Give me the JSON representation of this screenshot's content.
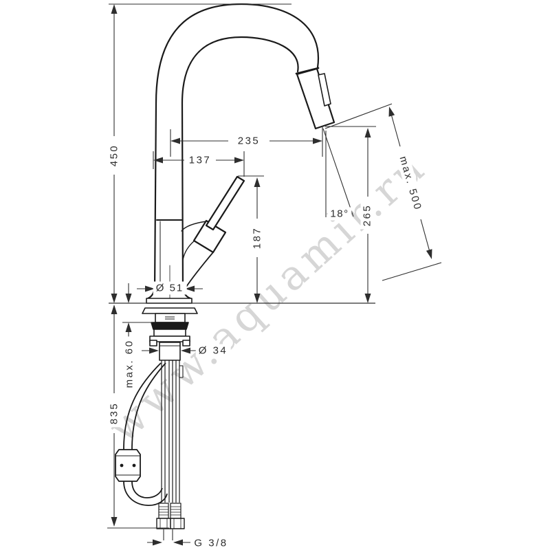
{
  "page": {
    "kind": "technical dimensional drawing",
    "subject": "single-lever kitchen mixer with pull-out spray, side elevation with installation dimensions",
    "background_color": "#ffffff",
    "outline_color": "#1a1a1a",
    "dimension_color": "#2e2e2e"
  },
  "dimensions": {
    "total_height": "450",
    "spout_reach": "235",
    "spout_offset": "137",
    "handle_height": "187",
    "outlet_height": "265",
    "pullout_reach": "max. 500",
    "spray_angle": "18°",
    "base_diameter": "Ø 51",
    "shank_diameter": "Ø 34",
    "counter_thickness": "max. 60",
    "hose_length": "835",
    "connection_thread": "G 3/8"
  },
  "watermark": {
    "text": "www.aquamir.ru",
    "color": "#d6d6d6"
  }
}
